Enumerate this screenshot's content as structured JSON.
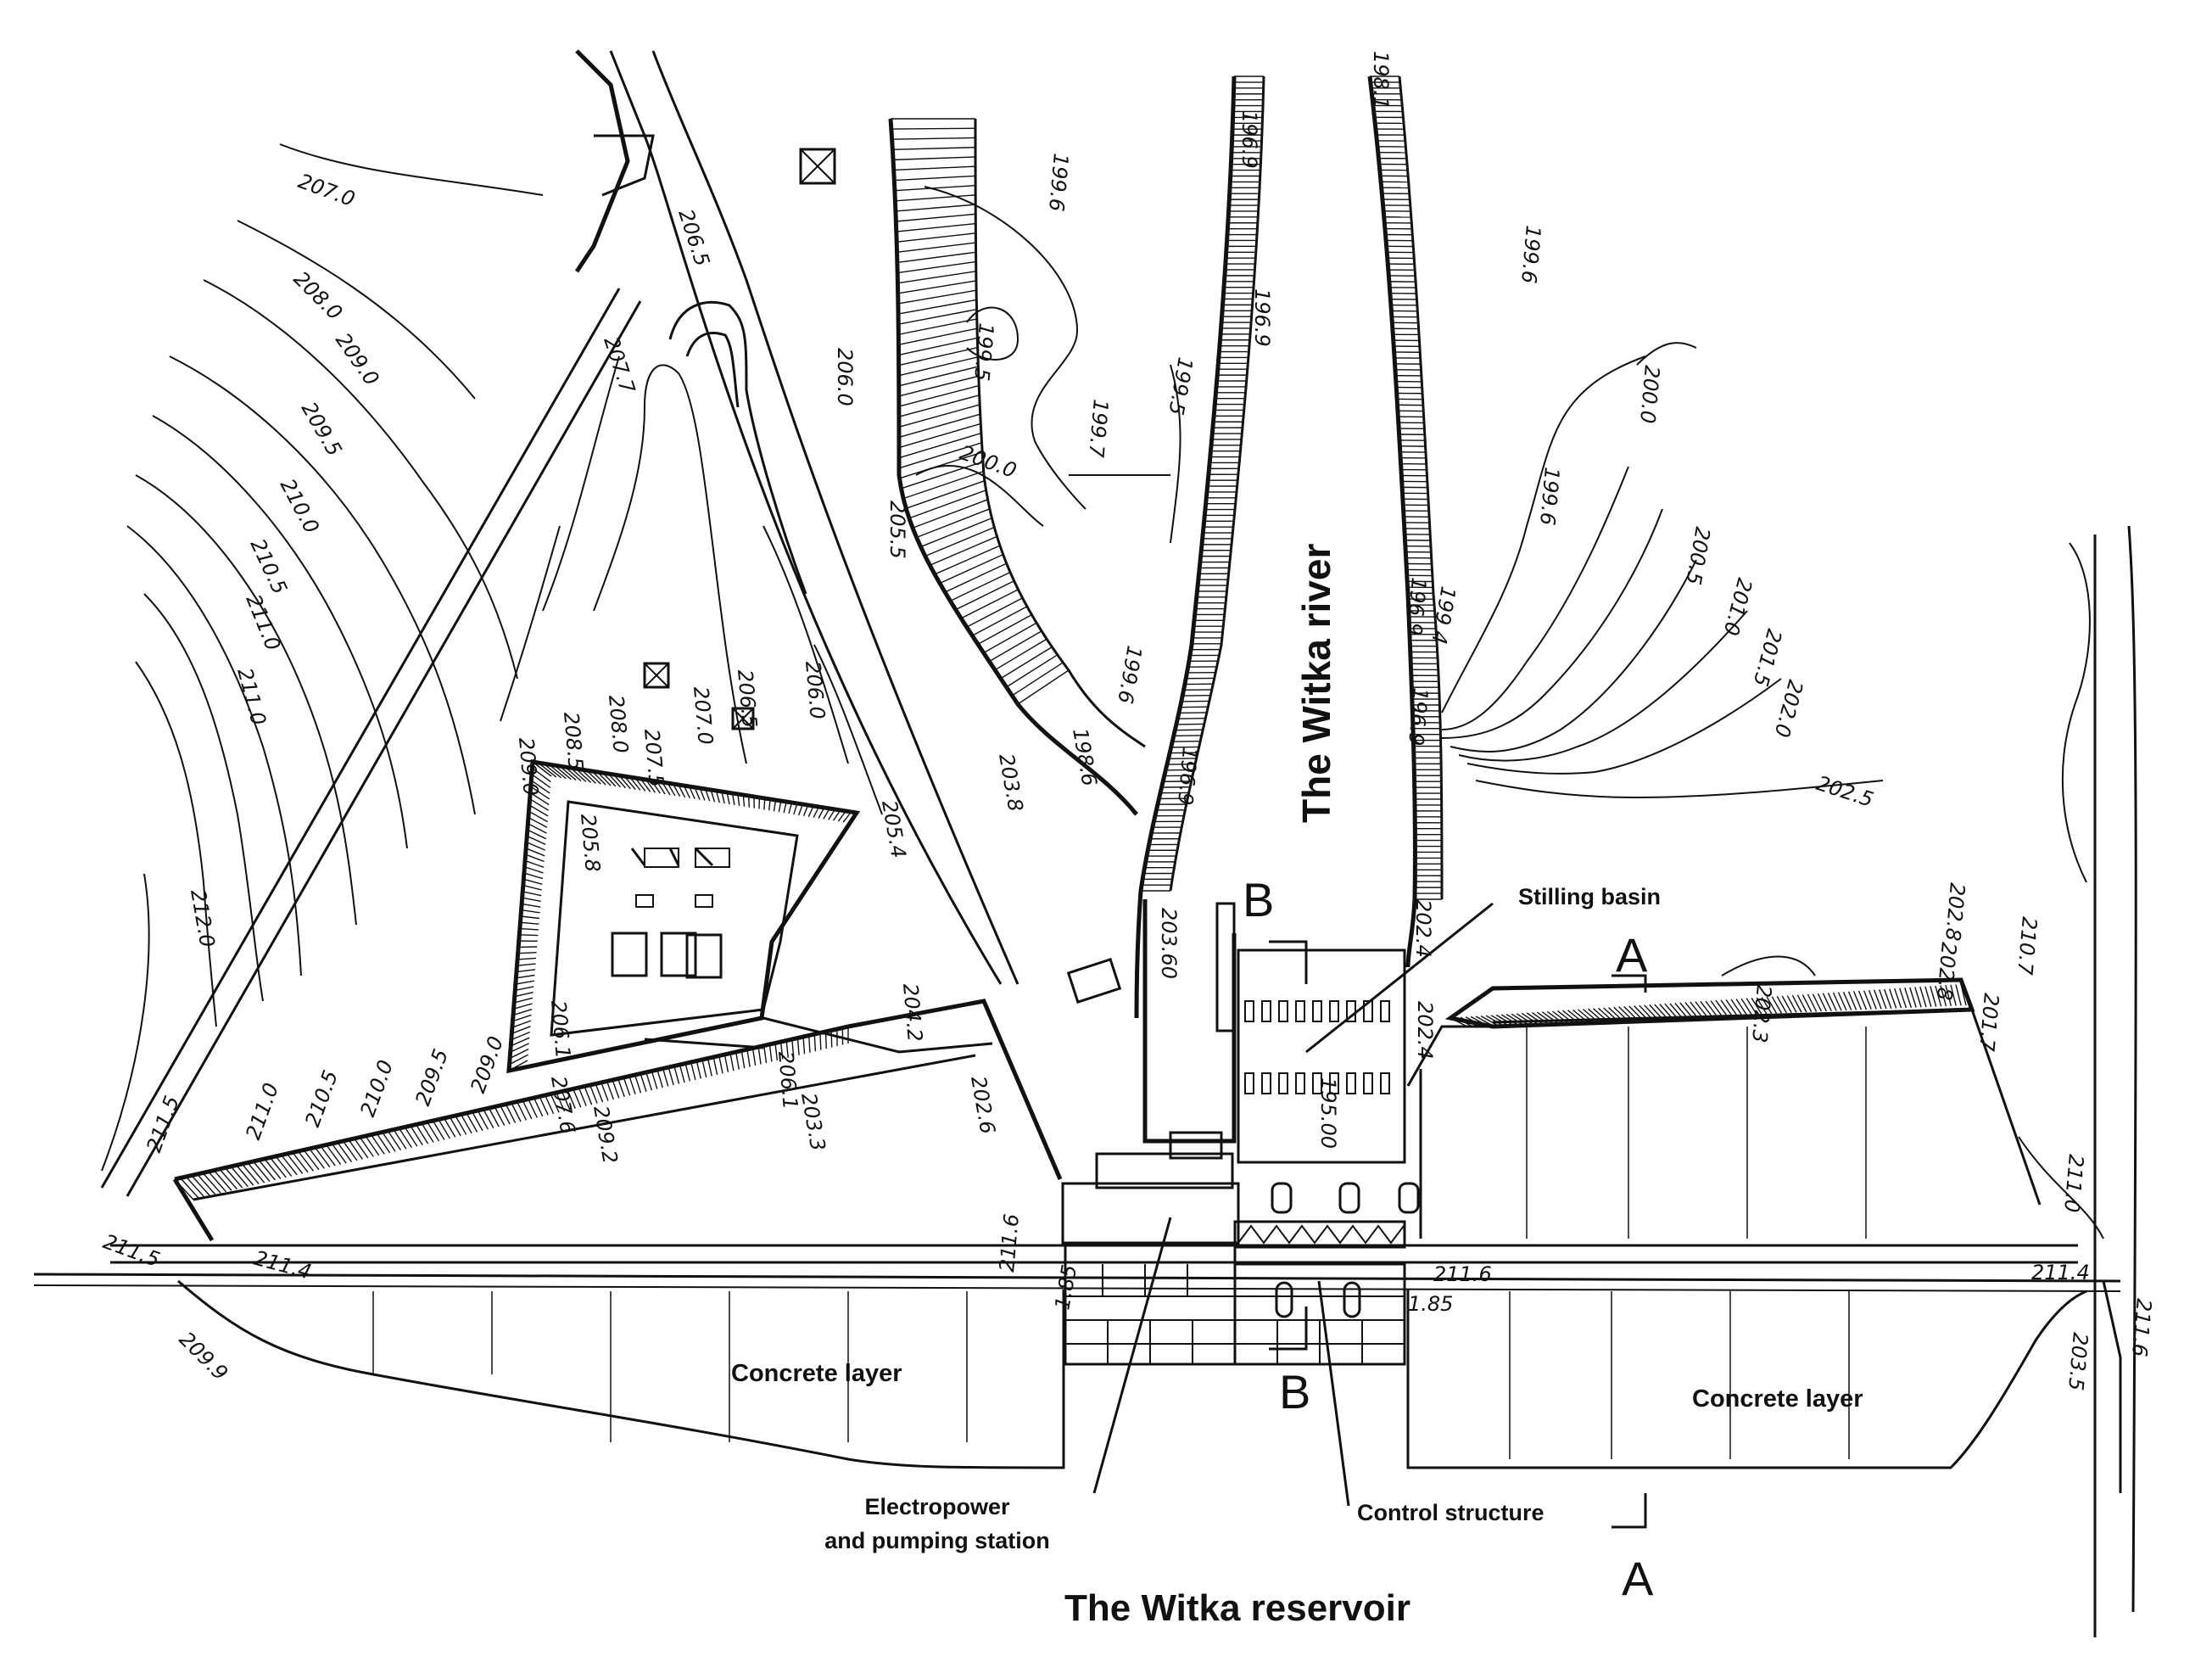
{
  "labels": {
    "river": "The Witka river",
    "reservoir": "The Witka reservoir",
    "stilling_basin": "Stilling basin",
    "concrete_left": "Concrete layer",
    "concrete_right": "Concrete layer",
    "power_station_line1": "Electropower",
    "power_station_line2": "and pumping station",
    "control_structure": "Control structure",
    "section_a_top": "A",
    "section_a_bottom": "A",
    "section_b_top": "B",
    "section_b_bottom": "B"
  },
  "elevations": [
    "207.0",
    "208.0",
    "209.0",
    "209.5",
    "210.0",
    "210.5",
    "211.0",
    "211.0",
    "212.0",
    "206.5",
    "207.7",
    "206.0",
    "205.5",
    "199.6",
    "199.5",
    "199.7",
    "200.0",
    "196.9",
    "196.9",
    "199.5",
    "198.1",
    "199.6",
    "200.0",
    "199.6",
    "200.5",
    "201.0",
    "201.5",
    "202.0",
    "202.5",
    "199.4",
    "196.9",
    "196.9",
    "199.6",
    "196.9",
    "198.6",
    "203.8",
    "205.4",
    "209.0",
    "208.5",
    "208.0",
    "207.5",
    "207.0",
    "206.5",
    "206.0",
    "205.8",
    "206.1",
    "204.2",
    "206.1",
    "203.60",
    "202.4",
    "202.4",
    "195.00",
    "202.3",
    "202.8",
    "201.7",
    "210.7",
    "211.0",
    "211.5",
    "211.0",
    "210.5",
    "210.0",
    "209.5",
    "209.0",
    "207.6",
    "209.2",
    "203.3",
    "202.6",
    "202.8",
    "211.5",
    "211.4",
    "211.6",
    "211.6",
    "211.4",
    "211.6",
    "209.9",
    "1.85",
    "1.85",
    "203.5"
  ]
}
